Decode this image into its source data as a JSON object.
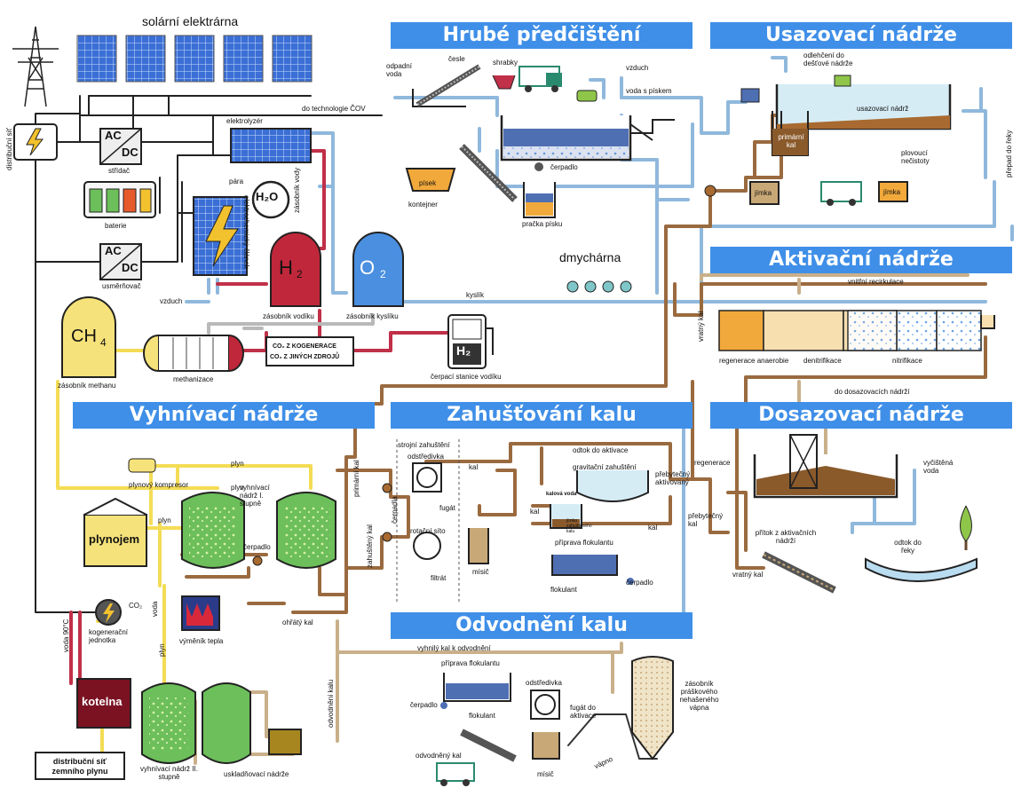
{
  "headers": {
    "hrube": "Hrubé předčištění",
    "usazovaci": "Usazovací nádrže",
    "aktivacni": "Aktivační nádrže",
    "vyhnivaci": "Vyhnívací nádrže",
    "zahustovani": "Zahušťování kalu",
    "dosazovaci": "Dosazovací nádrže",
    "odvodneni": "Odvodnění kalu"
  },
  "labels": {
    "solarni": "solární elektrárna",
    "distribucni_sit": "distribuční síť",
    "stridac": "střídač",
    "baterie": "baterie",
    "usmernovac": "usměrňovač",
    "elektrolyzer": "elektrolyzér",
    "do_technologie": "do technologie ČOV",
    "para": "pára",
    "zasobnik_vody": "zásobník vody",
    "elektrochemicky_clanek": "elektrochemický článek",
    "vzduch_left": "vzduch",
    "zasobnik_vodiku": "zásobník vodíku",
    "zasobnik_kysliku": "zásobník kyslíku",
    "kyslik": "kyslík",
    "dmychárna": "dmychárna",
    "co2_kogenerace": "CO₂ Z KOGENERACE",
    "co2_jinych": "CO₂ Z JINÝCH ZDROJŮ",
    "cerpaci_stanice": "čerpací stanice vodíku",
    "zasobnik_methanu": "zásobník methanu",
    "methanizace": "methanizace",
    "ac": "AC",
    "dc": "DC",
    "h2o": "H₂O",
    "h2": "H",
    "o2": "O",
    "ch4": "CH",
    "h2_pump": "H₂",
    "odpadni_voda": "odpadní voda",
    "cesle": "česle",
    "shrabky": "shrabky",
    "vzduch_top": "vzduch",
    "voda_s_piskem": "voda s pískem",
    "pisek": "písek",
    "kontejner": "kontejner",
    "cerpadlo_top": "čerpadlo",
    "pracka_pisku": "pračka písku",
    "odlehceni": "odlehčení do dešťové nádrže",
    "usazovaci_nadrz": "usazovací nádrž",
    "primarni_kal": "primární kal",
    "plovouci": "plovoucí nečistoty",
    "jimka1": "jímka",
    "jimka2": "jímka",
    "prepad": "přepad do řeky",
    "vnitrni_recirkulace": "vnitřní recirkulace",
    "vratny_kal_top": "vratný kal",
    "regenerace_anaerobie": "regenerace anaerobie",
    "denitrifikace": "denitrifikace",
    "nitrifikace": "nitrifikace",
    "do_dosazovacich": "do dosazovacích nádrží",
    "plyn1": "plyn",
    "plyn2": "plyn",
    "plyn3": "plyn",
    "plyn4": "plyn",
    "plynovy_kompresor": "plynový kompresor",
    "plynojem": "plynojem",
    "vyhnivaci_I": "vyhnívací nádrž I. stupně",
    "cerpadlo_vyhn": "čerpadlo",
    "kogeneracni": "kogenerační jednotka",
    "co2": "CO₂",
    "voda": "voda",
    "voda90": "voda 90°C",
    "vymenik": "výměník tepla",
    "ohraty_kal": "ohřátý kal",
    "kotelna": "kotelna",
    "distribucni_plyn": "distribuční síť zemního plynu",
    "vyhnivaci_II": "vyhnívací nádrž II. stupně",
    "uskladnovaci": "uskladňovací nádrže",
    "primarni_kal_v": "primární kal",
    "zahusteny_kal": "zahuštěný kal",
    "cerpadla": "čerpadla",
    "strojni": "strojní zahuštění",
    "odstredivka": "odstředivka",
    "kal1": "kal",
    "kal2": "kal",
    "kal3": "kal",
    "fugat": "fugát",
    "rotacni_sito": "rotační síto",
    "filtrat": "filtrát",
    "misic": "mísič",
    "odtok_do_aktivace": "odtok do aktivace",
    "gravitacni": "gravitační zahuštění",
    "kalova_voda": "kalová voda",
    "jimka_zahust": "jímka zahuštěného kalu",
    "priprava_flok": "příprava flokulantu",
    "flokulant": "flokulant",
    "cerpadlo_zah": "čerpadlo",
    "prebytecny_aktivovany": "přebytečný aktivovaný",
    "regenerace": "regenerace",
    "prebytecny_kal": "přebytečný kal",
    "vycistena_voda": "vyčištěná voda",
    "pritok": "přítok z aktivačních nádrží",
    "odtok_do_reky": "odtok do řeky",
    "vratny_kal_bottom": "vratný kal",
    "vyhnily_kal": "vyhnilý kal k odvodnění",
    "priprava_flok2": "příprava flokulantu",
    "cerpadlo_odv": "čerpadlo",
    "flokulant2": "flokulant",
    "odstredivka2": "odstředivka",
    "fugat_do_aktivace": "fugát do aktivace",
    "zasobnik_vapna": "zásobník práškového nehašeného vápna",
    "odvodneny_kal": "odvodněný kal",
    "misic2": "mísič",
    "vapno": "vápno",
    "odvodneni_kalu_v": "odvodnění kalu"
  },
  "colors": {
    "header_blue": "#3f8fe8",
    "pipe_water": "#8fb8dc",
    "pipe_sludge": "#9a6a3f",
    "pipe_gas": "#f4dc55",
    "pipe_hydrogen": "#c03048",
    "tank_green": "#6cbf5a",
    "tank_red": "#c0273a",
    "tank_blue": "#4a8fe0",
    "tank_yellow": "#f6e27a",
    "sludge_brown": "#a86a30",
    "sand": "#f2a93b"
  }
}
